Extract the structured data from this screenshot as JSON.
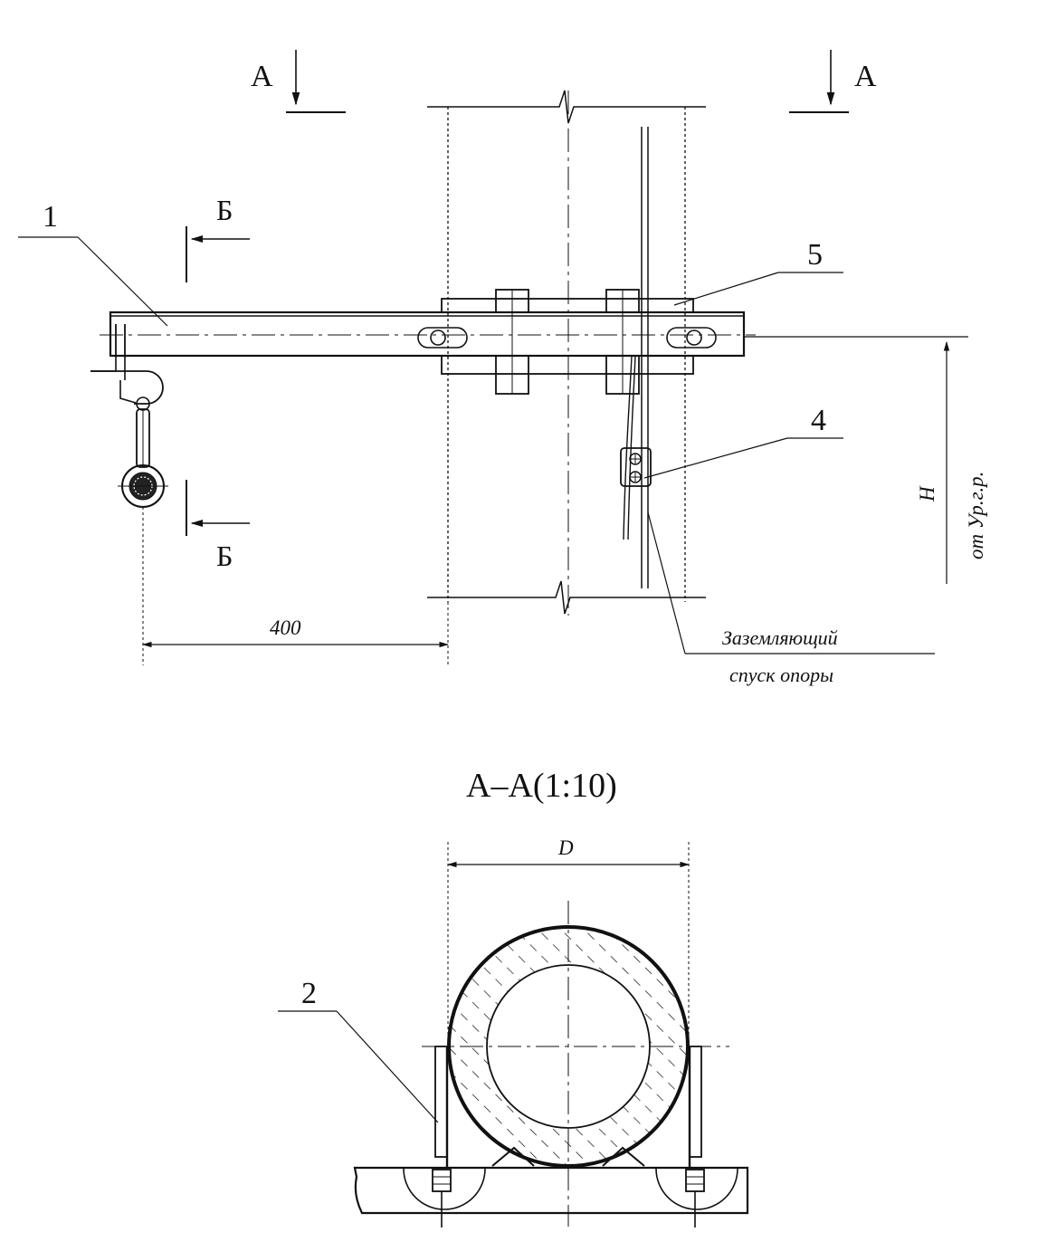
{
  "section_marks": {
    "a_left": "А",
    "a_right": "А",
    "b_top": "Б",
    "b_bottom": "Б"
  },
  "callouts": {
    "c1": "1",
    "c2": "2",
    "c4": "4",
    "c5": "5"
  },
  "dimensions": {
    "horizontal": "400",
    "diameter": "D"
  },
  "height_label": {
    "h": "H",
    "ref": "от Ур.г.р."
  },
  "note": {
    "line1": "Заземляющий",
    "line2": "спуск опоры"
  },
  "section_title": "А–А(1:10)",
  "colors": {
    "ink": "#111111",
    "paper": "#ffffff"
  }
}
